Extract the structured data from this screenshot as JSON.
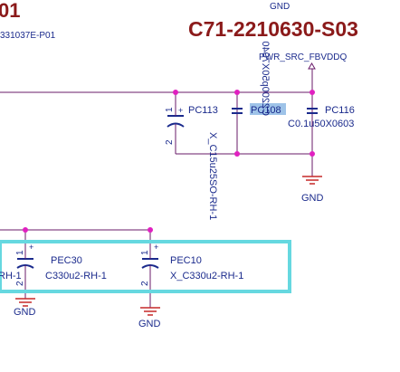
{
  "header": {
    "top_left_fragment": "01",
    "doc_code_fragment": "331037E-P01",
    "top_gnd_label": "GND",
    "board_title": "C71-2210630-S03"
  },
  "nets": {
    "power_source": "PWR_SRC_FBVDDQ",
    "ground": "GND"
  },
  "components": {
    "pc113": {
      "ref": "PC113",
      "value": "X_C15u25SO-RH-1",
      "pin_plus": "+",
      "pin1": "1",
      "pin2": "2"
    },
    "pc108": {
      "ref": "PC108",
      "value": "C2200p50X7040",
      "highlighted": true
    },
    "pc116": {
      "ref": "PC116",
      "value": "C0.1u50X0603"
    },
    "pec30": {
      "ref": "PEC30",
      "value": "C330u2-RH-1",
      "pin_plus": "+",
      "pin1": "1",
      "pin2": "2"
    },
    "pec10": {
      "ref": "PEC10",
      "value": "X_C330u2-RH-1",
      "pin_plus": "+",
      "pin1": "1",
      "pin2": "2"
    },
    "left_partial": {
      "value_fragment": "RH-1"
    }
  },
  "colors": {
    "wire": "#6a1b6a",
    "junction": "#e020c0",
    "text": "#1a2a8c",
    "title": "#8b1a1a",
    "highlight_box": "#66d8e0",
    "ref_highlight": "#9ec3e8",
    "ground_symbol": "#c62828"
  }
}
